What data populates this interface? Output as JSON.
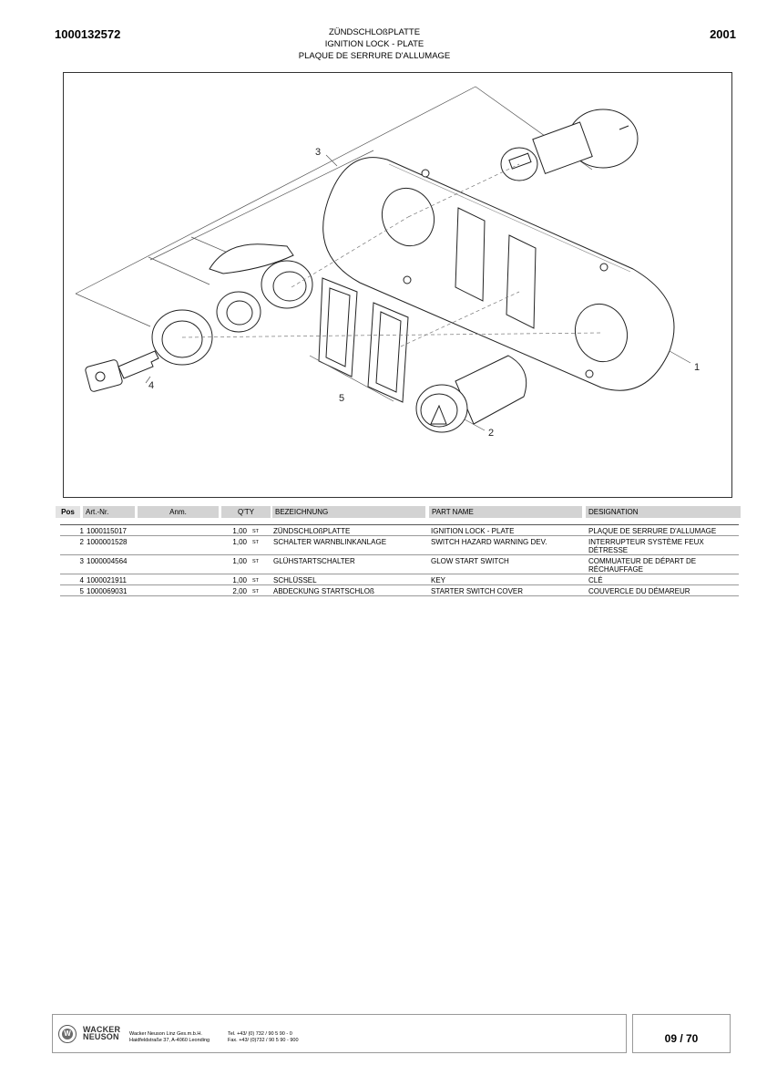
{
  "header": {
    "doc_number": "1000132572",
    "year": "2001",
    "title_de": "ZÜNDSCHLOßPLATTE",
    "title_en": "IGNITION LOCK - PLATE",
    "title_fr": "PLAQUE DE SERRURE D'ALLUMAGE"
  },
  "drawing": {
    "callouts": [
      "1",
      "2",
      "3",
      "4",
      "5"
    ]
  },
  "table": {
    "headers": {
      "pos": "Pos",
      "art": "Art.-Nr.",
      "anm": "Anm.",
      "qty": "Q'TY",
      "bez": "BEZEICHNUNG",
      "part": "PART NAME",
      "des": "DESIGNATION"
    },
    "rows": [
      {
        "pos": "1",
        "art": "1000115017",
        "qty": "1,00",
        "unit": "ST",
        "bez": "ZÜNDSCHLOßPLATTE",
        "part": "IGNITION LOCK - PLATE",
        "des": "PLAQUE DE SERRURE D'ALLUMAGE"
      },
      {
        "pos": "2",
        "art": "1000001528",
        "qty": "1,00",
        "unit": "ST",
        "bez": "SCHALTER WARNBLINKANLAGE",
        "part": "SWITCH HAZARD WARNING DEV.",
        "des": "INTERRUPTEUR SYSTÈME FEUX DÉTRESSE"
      },
      {
        "pos": "3",
        "art": "1000004564",
        "qty": "1,00",
        "unit": "ST",
        "bez": "GLÜHSTARTSCHALTER",
        "part": "GLOW START SWITCH",
        "des": "COMMUATEUR DE DÉPART DE RÉCHAUFFAGE"
      },
      {
        "pos": "4",
        "art": "1000021911",
        "qty": "1,00",
        "unit": "ST",
        "bez": "SCHLÜSSEL",
        "part": "KEY",
        "des": "CLÉ"
      },
      {
        "pos": "5",
        "art": "1000069031",
        "qty": "2,00",
        "unit": "ST",
        "bez": "ABDECKUNG STARTSCHLOß",
        "part": "STARTER SWITCH COVER",
        "des": "COUVERCLE DU DÉMAREUR"
      }
    ]
  },
  "footer": {
    "brand_line1": "WACKER",
    "brand_line2": "NEUSON",
    "company_line1": "Wacker Neuson Linz  Ges.m.b.H.",
    "company_line2": "Haidfeldstraße 37, A-4060 Leonding",
    "tel": "Tel. +43/ (0) 732 / 90 5 90 - 0",
    "fax": "Fax. +43/ (0)732 / 90 5 90 - 900",
    "page": "09 / 70"
  }
}
